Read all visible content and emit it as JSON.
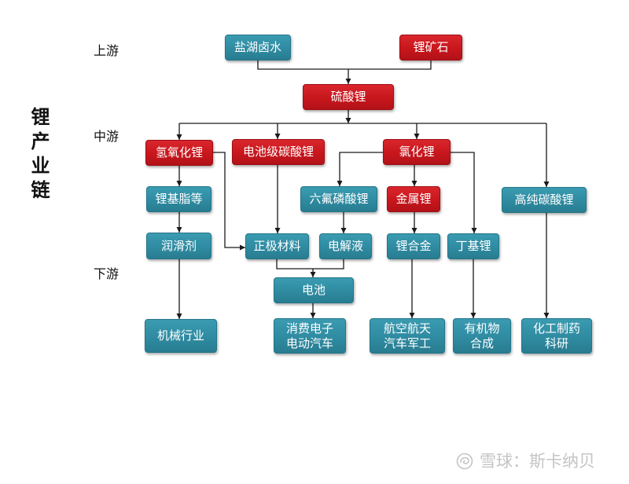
{
  "title": "锂产业链",
  "stages": {
    "upstream": "上游",
    "midstream": "中游",
    "downstream": "下游"
  },
  "nodes": {
    "brine": "盐湖卤水",
    "ore": "锂矿石",
    "sulfate": "硫酸锂",
    "hydroxide": "氢氧化锂",
    "battery_carbonate": "电池级碳酸锂",
    "chloride": "氯化锂",
    "grease": "锂基脂等",
    "lipf6": "六氟磷酸锂",
    "metal": "金属锂",
    "high_purity_carbonate": "高纯碳酸锂",
    "lubricant": "润滑剂",
    "cathode": "正极材料",
    "electrolyte": "电解液",
    "alloy": "锂合金",
    "butyllithium": "丁基锂",
    "battery": "电池",
    "machinery": "机械行业",
    "consumer_ev": [
      "消费电子",
      "电动汽车"
    ],
    "aerospace_auto": [
      "航空航天",
      "汽车军工"
    ],
    "organic_synthesis": [
      "有机物",
      "合成"
    ],
    "chem_pharma": [
      "化工制药",
      "科研"
    ]
  },
  "colors": {
    "teal": "#2f8ba1",
    "red": "#c8161d",
    "watermark": "#c4c4c4"
  },
  "watermark": {
    "icon": "xueqiu-logo-icon",
    "text": "雪球：斯卡纳贝"
  }
}
